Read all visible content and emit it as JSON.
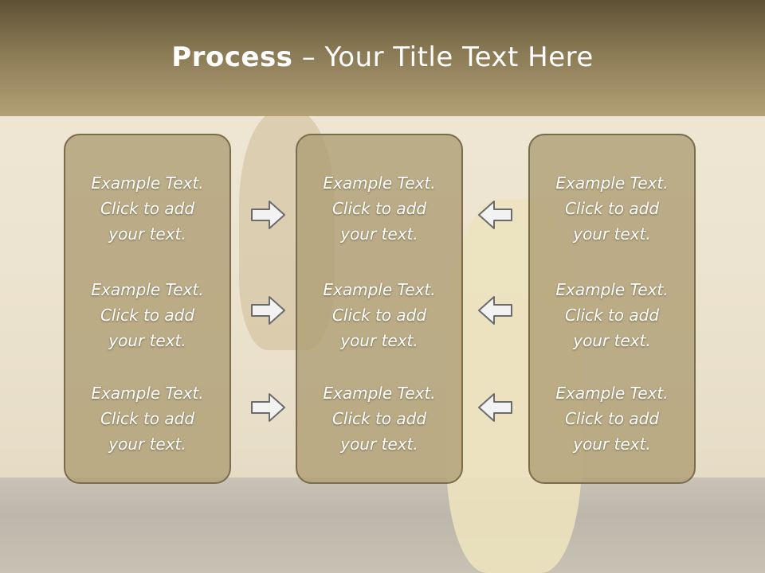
{
  "slide": {
    "title_bold": "Process",
    "title_rest": " – Your Title Text Here"
  },
  "columns": [
    {
      "blocks": [
        [
          "Example Text.",
          "Click  to add",
          "your text."
        ],
        [
          "Example Text.",
          "Click  to add",
          "your text."
        ],
        [
          "Example Text.",
          "Click  to add",
          "your text."
        ]
      ]
    },
    {
      "blocks": [
        [
          "Example Text.",
          "Click  to add",
          "your text."
        ],
        [
          "Example Text.",
          "Click  to add",
          "your text."
        ],
        [
          "Example Text.",
          "Click  to add",
          "your text."
        ]
      ]
    },
    {
      "blocks": [
        [
          "Example Text.",
          "Click  to add",
          "your text."
        ],
        [
          "Example Text.",
          "Click  to add",
          "your text."
        ],
        [
          "Example Text.",
          "Click  to add",
          "your text."
        ]
      ]
    }
  ],
  "icons": {
    "left_arrows": "arrow-right-icon",
    "right_arrows": "arrow-left-icon"
  },
  "colors": {
    "header_dark": "#5e5235",
    "header_light": "#b3a075",
    "box_fill": "#b0a076",
    "box_border": "#7b6c4b",
    "text": "#ffffff"
  }
}
